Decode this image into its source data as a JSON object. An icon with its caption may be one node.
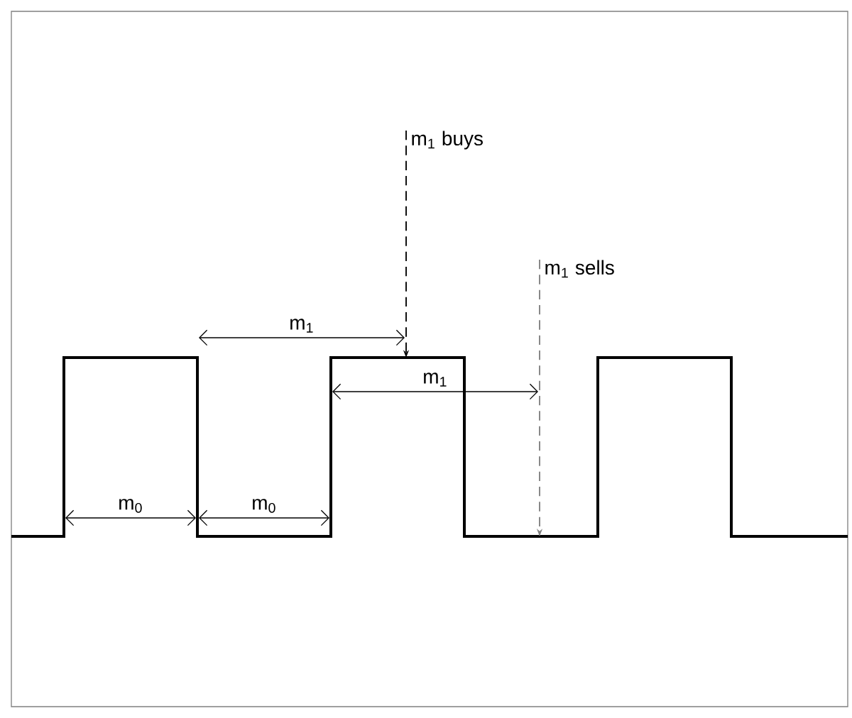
{
  "diagram": {
    "nodes": [
      {
        "text": [
          "m$_{1}$  buys"
        ]
      },
      {
        "text": [
          "m$_{1}$  sells"
        ]
      }
    ],
    "edges": [
      {
        "from": 0,
        "to": null,
        "arrow": "to",
        "style": "dashed"
      },
      {
        "from": 1,
        "to": null,
        "arrow": "to",
        "style": "dashed",
        "color": "#808080"
      }
    ],
    "labels": [
      "m$_{1}$",
      "m$_{1}$",
      "m$_{0}$",
      "m$_{0}$"
    ]
  }
}
